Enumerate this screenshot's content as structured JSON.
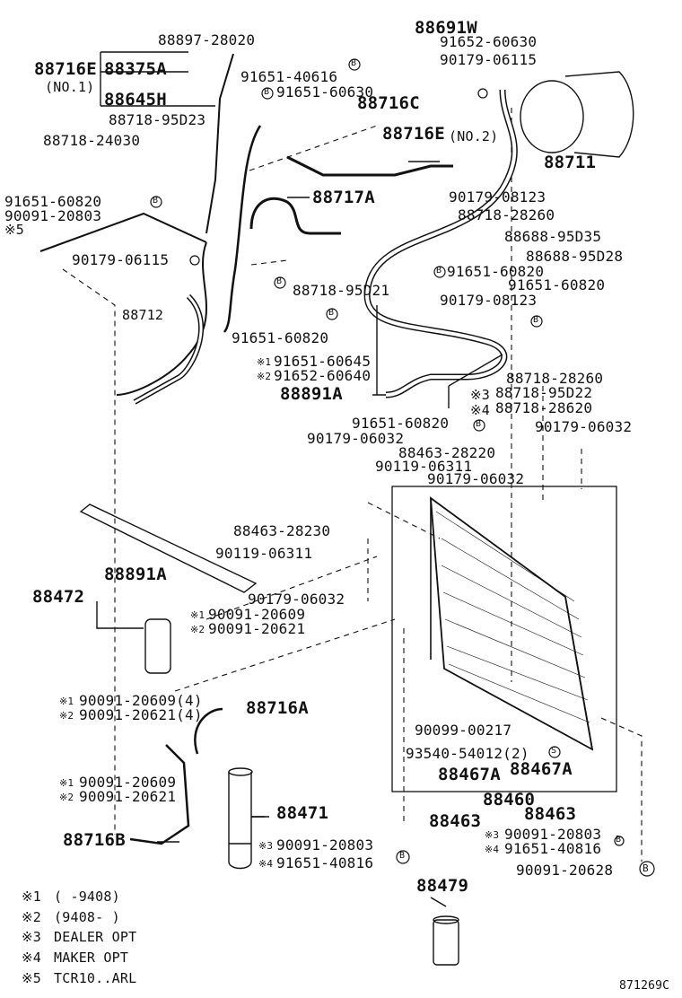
{
  "diagram": {
    "code": "871269C",
    "labels": [
      {
        "id": "l01",
        "text": "88897-28020"
      },
      {
        "id": "l02",
        "text": "88691W"
      },
      {
        "id": "l03",
        "text": "91652-60630"
      },
      {
        "id": "l04",
        "text": "88716E"
      },
      {
        "id": "l05",
        "text": "88375A"
      },
      {
        "id": "l06",
        "text": "(NO.1)"
      },
      {
        "id": "l07",
        "text": "91651-40616"
      },
      {
        "id": "l08",
        "text": "90179-06115"
      },
      {
        "id": "l09",
        "text": "88645H"
      },
      {
        "id": "l10",
        "text": "91651-60630"
      },
      {
        "id": "l11",
        "text": "88716C"
      },
      {
        "id": "l12",
        "text": "88718-95D23"
      },
      {
        "id": "l13",
        "text": "88718-24030"
      },
      {
        "id": "l14",
        "text": "88716E"
      },
      {
        "id": "l15",
        "text": "(NO.2)"
      },
      {
        "id": "l16",
        "text": "88711"
      },
      {
        "id": "l17",
        "text": "91651-60820"
      },
      {
        "id": "l18",
        "text": "90091-20803"
      },
      {
        "id": "l19",
        "text": "※5"
      },
      {
        "id": "l20",
        "text": "88717A"
      },
      {
        "id": "l21",
        "text": "90179-08123"
      },
      {
        "id": "l22",
        "text": "88718-28260"
      },
      {
        "id": "l23",
        "text": "88688-95D35"
      },
      {
        "id": "l24",
        "text": "90179-06115"
      },
      {
        "id": "l25",
        "text": "88688-95D28"
      },
      {
        "id": "l26",
        "text": "91651-60820"
      },
      {
        "id": "l27",
        "text": "91651-60820"
      },
      {
        "id": "l28",
        "text": "88712"
      },
      {
        "id": "l29",
        "text": "88718-95D21"
      },
      {
        "id": "l30",
        "text": "90179-08123"
      },
      {
        "id": "l31",
        "text": "91651-60820"
      },
      {
        "id": "l32",
        "text": "※1"
      },
      {
        "id": "l33",
        "text": "91651-60645"
      },
      {
        "id": "l34",
        "text": "※2"
      },
      {
        "id": "l35",
        "text": "91652-60640"
      },
      {
        "id": "l36",
        "text": "88718-28260"
      },
      {
        "id": "l37",
        "text": "88891A"
      },
      {
        "id": "l38",
        "text": "※3"
      },
      {
        "id": "l39",
        "text": "88718-95D22"
      },
      {
        "id": "l40",
        "text": "※4"
      },
      {
        "id": "l41",
        "text": "88718-28620"
      },
      {
        "id": "l42",
        "text": "91651-60820"
      },
      {
        "id": "l43",
        "text": "90179-06032"
      },
      {
        "id": "l44",
        "text": "90179-06032"
      },
      {
        "id": "l45",
        "text": "88463-28220"
      },
      {
        "id": "l46",
        "text": "90119-06311"
      },
      {
        "id": "l47",
        "text": "90179-06032"
      },
      {
        "id": "l48",
        "text": "88463-28230"
      },
      {
        "id": "l49",
        "text": "90119-06311"
      },
      {
        "id": "l50",
        "text": "88891A"
      },
      {
        "id": "l51",
        "text": "88472"
      },
      {
        "id": "l52",
        "text": "90179-06032"
      },
      {
        "id": "l53",
        "text": "※1"
      },
      {
        "id": "l54",
        "text": "90091-20609"
      },
      {
        "id": "l55",
        "text": "※2"
      },
      {
        "id": "l56",
        "text": "90091-20621"
      },
      {
        "id": "l57",
        "text": "※1"
      },
      {
        "id": "l58",
        "text": "90091-20609(4)"
      },
      {
        "id": "l59",
        "text": "※2"
      },
      {
        "id": "l60",
        "text": "90091-20621(4)"
      },
      {
        "id": "l61",
        "text": "88716A"
      },
      {
        "id": "l62",
        "text": "90099-00217"
      },
      {
        "id": "l63",
        "text": "93540-54012(2)"
      },
      {
        "id": "l64",
        "text": "※1"
      },
      {
        "id": "l65",
        "text": "90091-20609"
      },
      {
        "id": "l66",
        "text": "※2"
      },
      {
        "id": "l67",
        "text": "90091-20621"
      },
      {
        "id": "l68",
        "text": "88467A"
      },
      {
        "id": "l69",
        "text": "88467A"
      },
      {
        "id": "l70",
        "text": "88460"
      },
      {
        "id": "l71",
        "text": "88471"
      },
      {
        "id": "l72",
        "text": "88463"
      },
      {
        "id": "l73",
        "text": "88463"
      },
      {
        "id": "l74",
        "text": "88716B"
      },
      {
        "id": "l75",
        "text": "※3"
      },
      {
        "id": "l76",
        "text": "90091-20803"
      },
      {
        "id": "l77",
        "text": "※4"
      },
      {
        "id": "l78",
        "text": "91651-40816"
      },
      {
        "id": "l79",
        "text": "※3"
      },
      {
        "id": "l80",
        "text": "90091-20803"
      },
      {
        "id": "l81",
        "text": "※4"
      },
      {
        "id": "l82",
        "text": "91651-40816"
      },
      {
        "id": "l83",
        "text": "90091-20628"
      },
      {
        "id": "l84",
        "text": "88479"
      }
    ],
    "legend": [
      {
        "mark": "※1",
        "text": "(     -9408)"
      },
      {
        "mark": "※2",
        "text": "(9408-     )"
      },
      {
        "mark": "※3",
        "text": "DEALER OPT"
      },
      {
        "mark": "※4",
        "text": "MAKER OPT"
      },
      {
        "mark": "※5",
        "text": "TCR10..ARL"
      }
    ],
    "marker_letter": "B",
    "marker_letter_s": "S"
  }
}
